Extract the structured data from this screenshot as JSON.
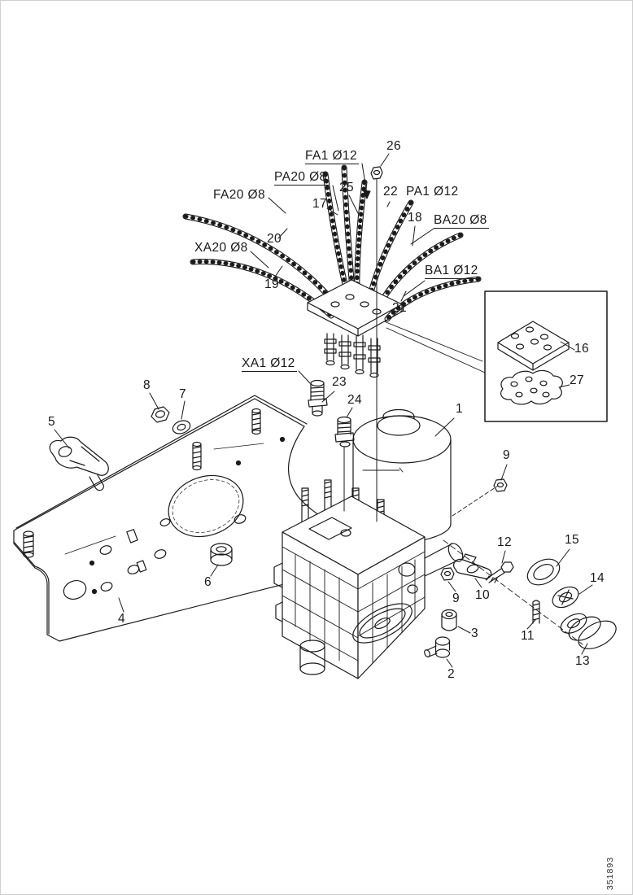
{
  "sheet": {
    "background": "#ffffff",
    "line_color": "#1a1a1a",
    "border_color": "#d0d0d0",
    "sheet_number": "351893"
  },
  "callouts": {
    "ports": {
      "fa1": "FA1 Ø12",
      "pa20": "PA20 Ø8",
      "fa20": "FA20 Ø8",
      "xa20": "XA20 Ø8",
      "pa1": "PA1 Ø12",
      "ba20": "BA20 Ø8",
      "ba1": "BA1 Ø12",
      "xa1": "XA1 Ø12"
    },
    "parts": {
      "p1": "1",
      "p2": "2",
      "p3": "3",
      "p4": "4",
      "p5": "5",
      "p6": "6",
      "p7": "7",
      "p8": "8",
      "p9_upper": "9",
      "p9_lower": "9",
      "p10": "10",
      "p11": "11",
      "p12": "12",
      "p13": "13",
      "p14": "14",
      "p15": "15",
      "p16": "16",
      "p17": "17",
      "p18": "18",
      "p19": "19",
      "p20": "20",
      "p21": "21",
      "p22": "22",
      "p23": "23",
      "p24": "24",
      "p25": "25",
      "p26": "26",
      "p27": "27"
    }
  }
}
